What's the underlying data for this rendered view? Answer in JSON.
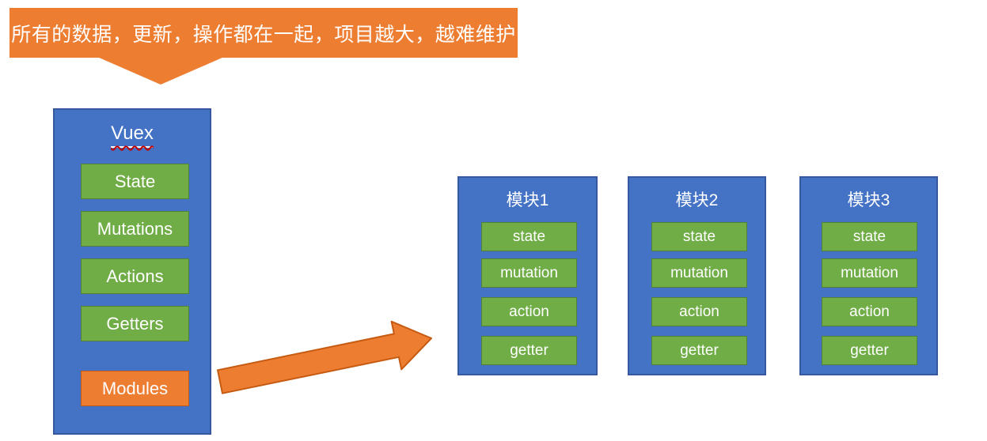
{
  "callout": {
    "text": "所有的数据，更新，操作都在一起，项目越大，越难维护"
  },
  "vuex_panel": {
    "title": "Vuex",
    "items": [
      "State",
      "Mutations",
      "Actions",
      "Getters"
    ],
    "modules_label": "Modules"
  },
  "modules": [
    {
      "title": "模块1",
      "items": [
        "state",
        "mutation",
        "action",
        "getter"
      ]
    },
    {
      "title": "模块2",
      "items": [
        "state",
        "mutation",
        "action",
        "getter"
      ]
    },
    {
      "title": "模块3",
      "items": [
        "state",
        "mutation",
        "action",
        "getter"
      ]
    }
  ],
  "icons": {
    "callout_pointer": "down-triangle-pointer",
    "modules_arrow": "right-up-arrow"
  },
  "colors": {
    "panel_blue": "#4472C4",
    "panel_blue_border": "#35589E",
    "chip_green": "#70AD47",
    "chip_green_border": "#548235",
    "accent_orange": "#ED7D31",
    "accent_orange_border": "#C55A11",
    "text": "#FFFFFF",
    "spellcheck_squiggle": "#C00000"
  }
}
